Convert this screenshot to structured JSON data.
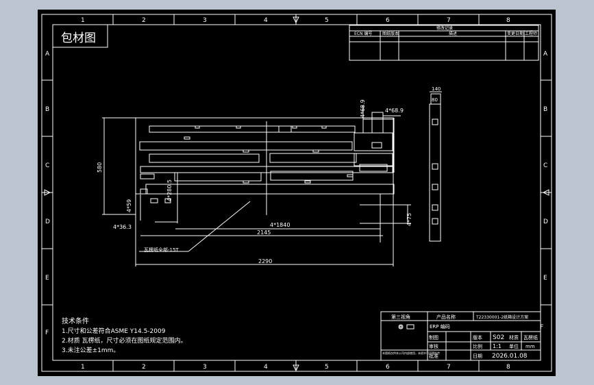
{
  "drawing": {
    "title_tag": "包材图",
    "zone_numbers": [
      "1",
      "2",
      "3",
      "4",
      "5",
      "6",
      "7",
      "8"
    ],
    "zone_letters": [
      "A",
      "B",
      "C",
      "D",
      "E",
      "F"
    ]
  },
  "revision_table": {
    "title": "修改记录",
    "headers": [
      "ECN 编号",
      "图纸版本",
      "描述",
      "变更日期",
      "工程师"
    ]
  },
  "dimensions": {
    "height_580": "580",
    "width_2290": "2290",
    "width_2145": "2145",
    "dim_4x1840": "4*1840",
    "dim_4x36_3": "4*36.3",
    "dim_4x59": "4*59",
    "dim_4x280_5": "4*280.5",
    "dim_4x75": "4*75",
    "dim_4x68_9_a": "4*68.9",
    "dim_4x68_9_b": "4*68.9",
    "dim_140": "140",
    "dim_80": "80"
  },
  "callout": {
    "label": "瓦楞纸全部-15T"
  },
  "tech_notes": {
    "heading": "技术条件",
    "lines": [
      "1.尺寸和公差符合ASME Y14.5-2009",
      "2.材质 瓦楞纸，尺寸必须在图纸规定范围内。",
      "3.未注公差±1mm。"
    ]
  },
  "title_block": {
    "projection_label": "第三视角",
    "product_name_label": "产品名称",
    "product_name_value": "T22330001-2纸箱设计方案",
    "erp_label": "ERP 编码",
    "draw_label": "制图",
    "review_label": "审核",
    "approve_label": "批准",
    "version_label": "版本",
    "version_value": "S02",
    "material_label": "材质",
    "material_value": "瓦楞纸",
    "scale_label": "比例",
    "scale_value": "1:1",
    "unit_label": "单位",
    "unit_value": "mm",
    "date_label": "日期",
    "date_value": "2026.01.08",
    "company_note": "本图纸仅供本公司内部使用，未经许可不得外传"
  }
}
